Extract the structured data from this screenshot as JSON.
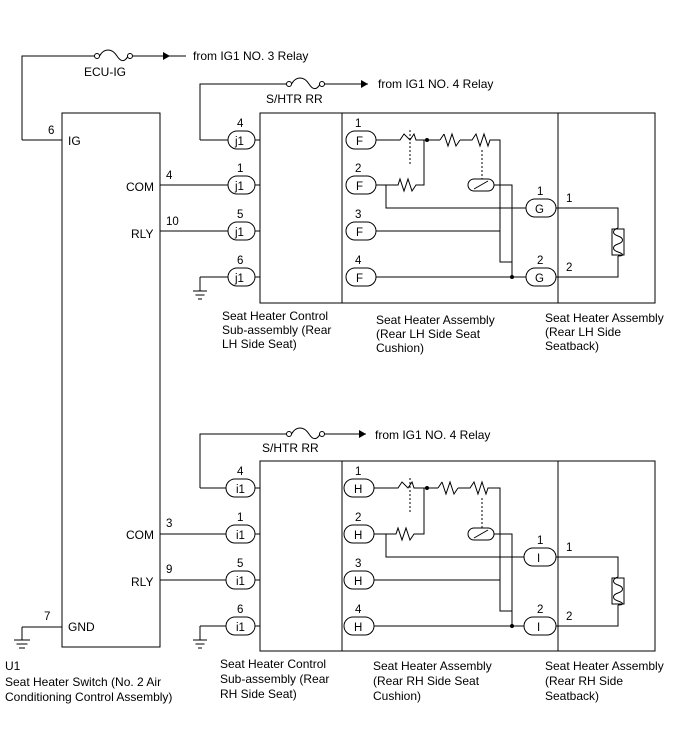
{
  "sources": {
    "ig1_no3": "from IG1 NO. 3 Relay",
    "ig1_no4_top": "from IG1 NO. 4 Relay",
    "ig1_no4_bottom": "from IG1 NO. 4 Relay"
  },
  "fuses": {
    "ecu_ig": "ECU-IG",
    "shtr_rr_top": "S/HTR RR",
    "shtr_rr_bottom": "S/HTR RR"
  },
  "switch": {
    "code": "U1",
    "name_line1": "Seat Heater Switch (No. 2 Air",
    "name_line2": "Conditioning Control Assembly)",
    "terminals": [
      {
        "label": "IG",
        "pin": "6"
      },
      {
        "label": "COM",
        "pin": "4"
      },
      {
        "label": "RLY",
        "pin": "10"
      },
      {
        "label": "COM",
        "pin": "3"
      },
      {
        "label": "RLY",
        "pin": "9"
      },
      {
        "label": "GND",
        "pin": "7"
      }
    ]
  },
  "upper": {
    "control_pins": [
      "4",
      "1",
      "5",
      "6"
    ],
    "control_connector": "j1",
    "cushion_pins": [
      "1",
      "2",
      "3",
      "4"
    ],
    "cushion_connector": "F",
    "back_pins": [
      "1",
      "2"
    ],
    "back_connector": "G",
    "labels": {
      "control": [
        "Seat Heater Control",
        "Sub-assembly (Rear",
        "LH Side Seat)"
      ],
      "cushion": [
        "Seat Heater Assembly",
        "(Rear LH Side Seat",
        "Cushion)"
      ],
      "back": [
        "Seat Heater Assembly",
        "(Rear LH Side",
        "Seatback)"
      ]
    }
  },
  "lower": {
    "control_pins": [
      "4",
      "1",
      "5",
      "6"
    ],
    "control_connector": "i1",
    "cushion_pins": [
      "1",
      "2",
      "3",
      "4"
    ],
    "cushion_connector": "H",
    "back_pins": [
      "1",
      "2"
    ],
    "back_connector": "I",
    "labels": {
      "control": [
        "Seat Heater Control",
        "Sub-assembly (Rear",
        "RH Side Seat)"
      ],
      "cushion": [
        "Seat Heater Assembly",
        "(Rear RH Side Seat",
        "Cushion)"
      ],
      "back": [
        "Seat Heater Assembly",
        "(Rear RH Side",
        "Seatback)"
      ]
    }
  }
}
